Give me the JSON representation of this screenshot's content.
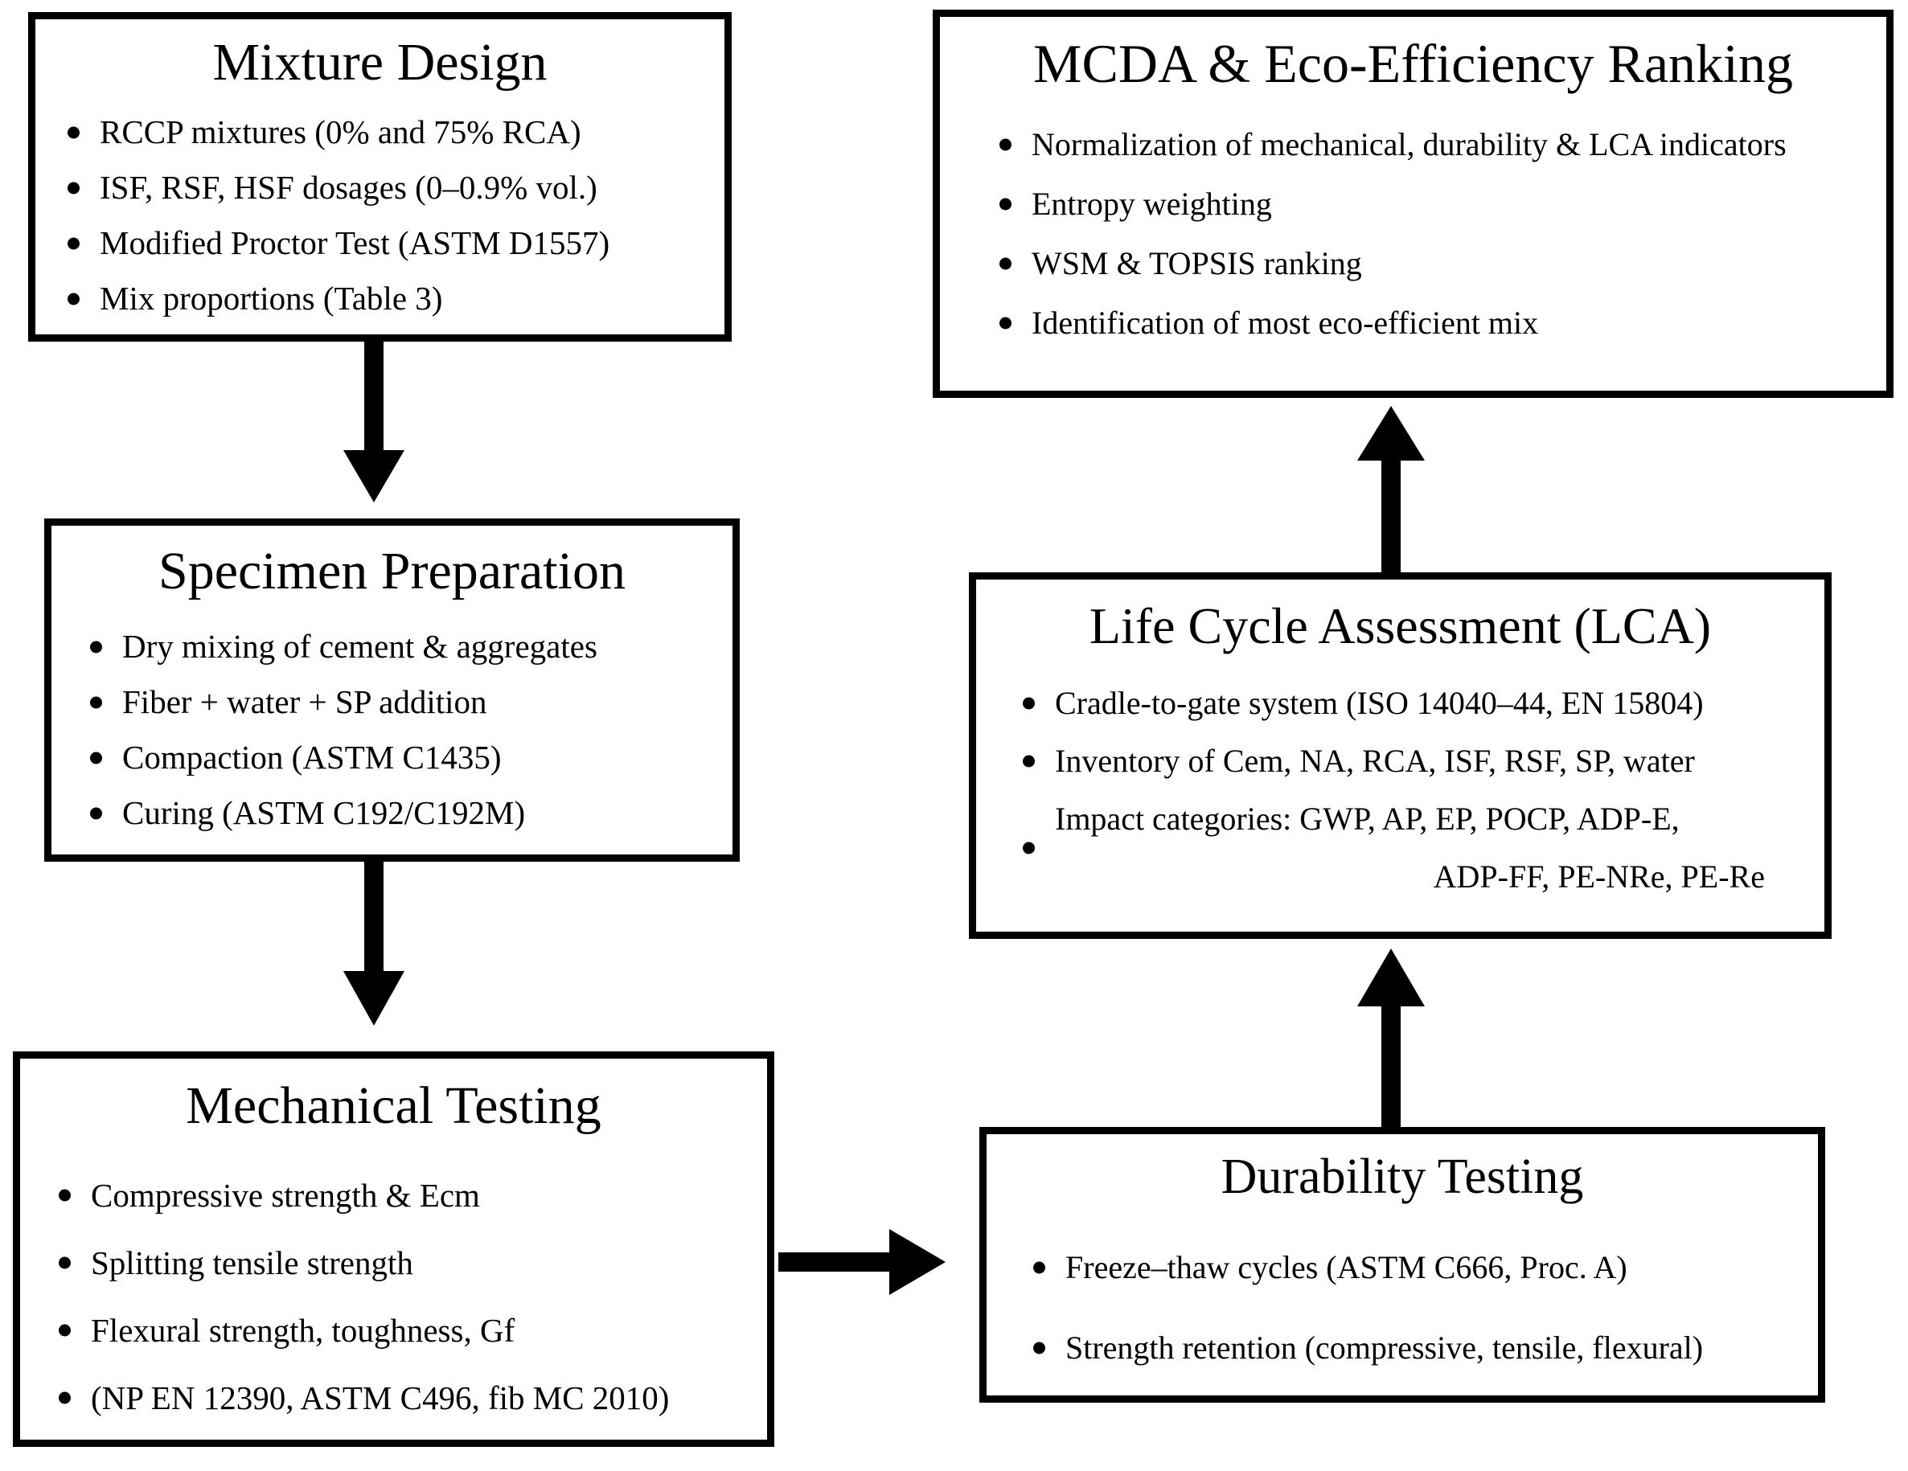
{
  "diagram": {
    "title": "Research methodology flowchart",
    "line_color": "#000000",
    "background": "#ffffff",
    "nodes": [
      {
        "id": "mixture",
        "title": "Mixture Design",
        "items": [
          "RCCP mixtures (0% and 75% RCA)",
          "ISF, RSF, HSF dosages (0–0.9% vol.)",
          "Modified Proctor Test (ASTM D1557)",
          "Mix proportions (Table 3)"
        ]
      },
      {
        "id": "mcda",
        "title": "MCDA & Eco-Efficiency Ranking",
        "items": [
          "Normalization of mechanical, durability & LCA indicators",
          "Entropy weighting",
          "WSM & TOPSIS ranking",
          "Identification of most eco-efficient mix"
        ]
      },
      {
        "id": "specimen",
        "title": "Specimen Preparation",
        "items": [
          "Dry mixing of cement & aggregates",
          "Fiber + water + SP addition",
          "Compaction (ASTM C1435)",
          "Curing (ASTM C192/C192M)"
        ]
      },
      {
        "id": "lca",
        "title": "Life Cycle Assessment (LCA)",
        "items": [
          "Cradle-to-gate system (ISO 14040–44, EN 15804)",
          "Inventory of Cem, NA, RCA, ISF, RSF, SP, water",
          "Impact categories: GWP, AP, EP, POCP, ADP-E,"
        ],
        "item_3_continuation": "ADP-FF, PE-NRe, PE-Re"
      },
      {
        "id": "mechanical",
        "title": "Mechanical Testing",
        "items": [
          "Compressive strength & Ecm",
          "Splitting tensile strength",
          "Flexural strength, toughness, Gf",
          "(NP EN 12390, ASTM C496, fib MC 2010)"
        ]
      },
      {
        "id": "durability",
        "title": "Durability Testing",
        "items": [
          "Freeze–thaw cycles (ASTM C666, Proc. A)",
          "Strength retention (compressive, tensile, flexural)"
        ]
      }
    ],
    "edges": [
      {
        "id": "mixture-to-specimen",
        "from": "mixture",
        "to": "specimen",
        "direction": "down"
      },
      {
        "id": "specimen-to-mechanical",
        "from": "specimen",
        "to": "mechanical",
        "direction": "down"
      },
      {
        "id": "mechanical-to-durability",
        "from": "mechanical",
        "to": "durability",
        "direction": "right"
      },
      {
        "id": "durability-to-lca",
        "from": "durability",
        "to": "lca",
        "direction": "up"
      },
      {
        "id": "lca-to-mcda",
        "from": "lca",
        "to": "mcda",
        "direction": "up"
      }
    ]
  }
}
